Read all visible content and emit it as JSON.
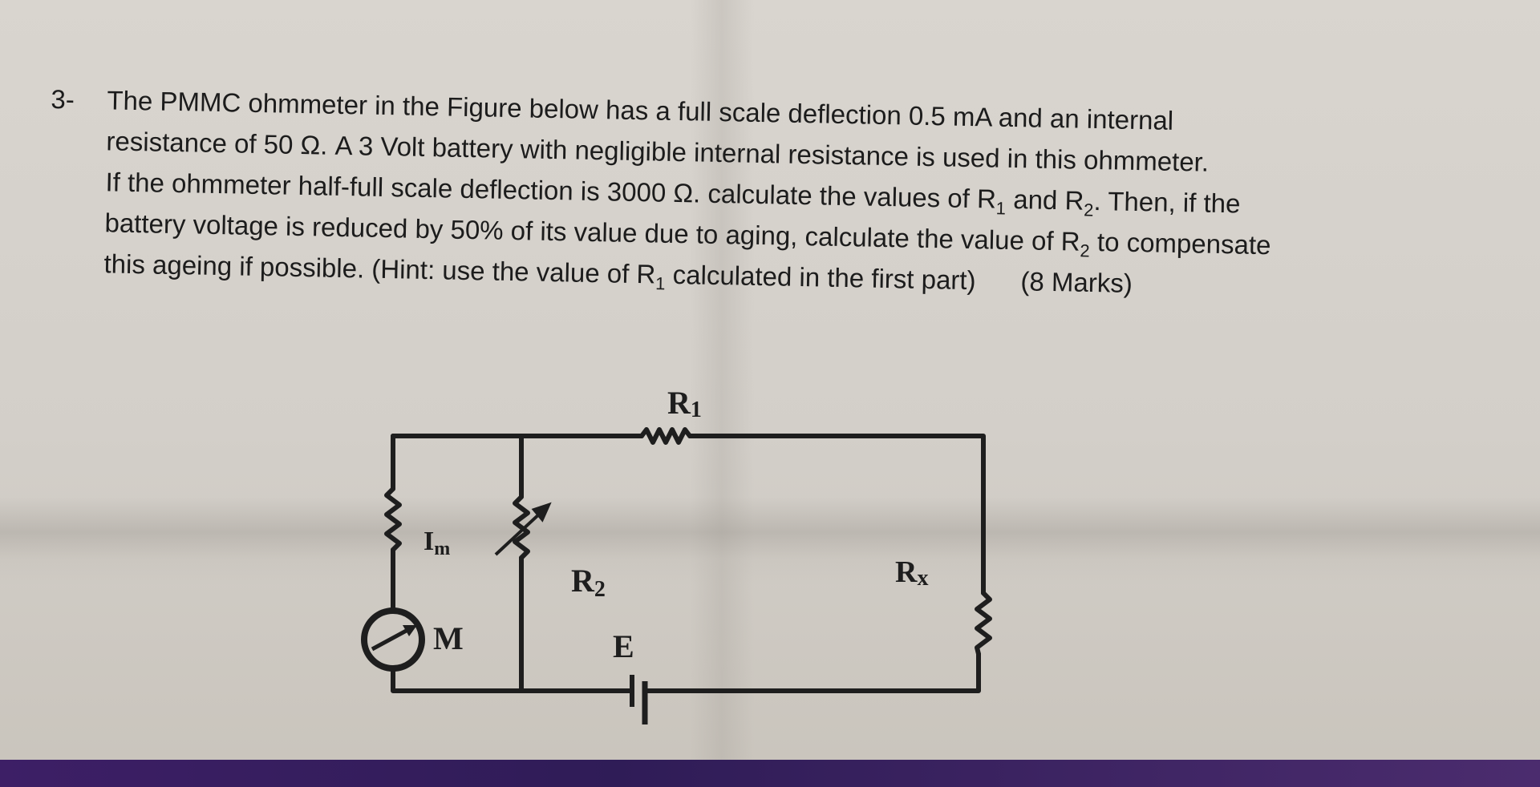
{
  "question": {
    "number": "3-",
    "line1": "The  PMMC ohmmeter  in the Figure below has a full scale deflection 0.5 mA and an internal",
    "line2": "resistance of 50 Ω. A 3 Volt battery with negligible internal resistance is used in this ohmmeter.",
    "line3_a": "If the ohmmeter half-full scale deflection is 3000 Ω. calculate the values of R",
    "line3_sub1": "1",
    "line3_b": " and R",
    "line3_sub2": "2",
    "line3_c": ". Then, if the",
    "line4_a": "battery voltage is reduced by 50% of its value due to aging, calculate the value of R",
    "line4_sub": "2",
    "line4_b": " to compensate",
    "line5_a": "this ageing if possible. (Hint: use the value of R",
    "line5_sub": "1",
    "line5_b": " calculated in the first part)",
    "marks": "(8 Marks)"
  },
  "figure": {
    "labels": {
      "r1_main": "R",
      "r1_sub": "1",
      "im_main": "I",
      "im_sub": "m",
      "r2_main": "R",
      "r2_sub": "2",
      "rx_main": "R",
      "rx_sub": "x",
      "meter": "M",
      "battery": "E"
    }
  }
}
